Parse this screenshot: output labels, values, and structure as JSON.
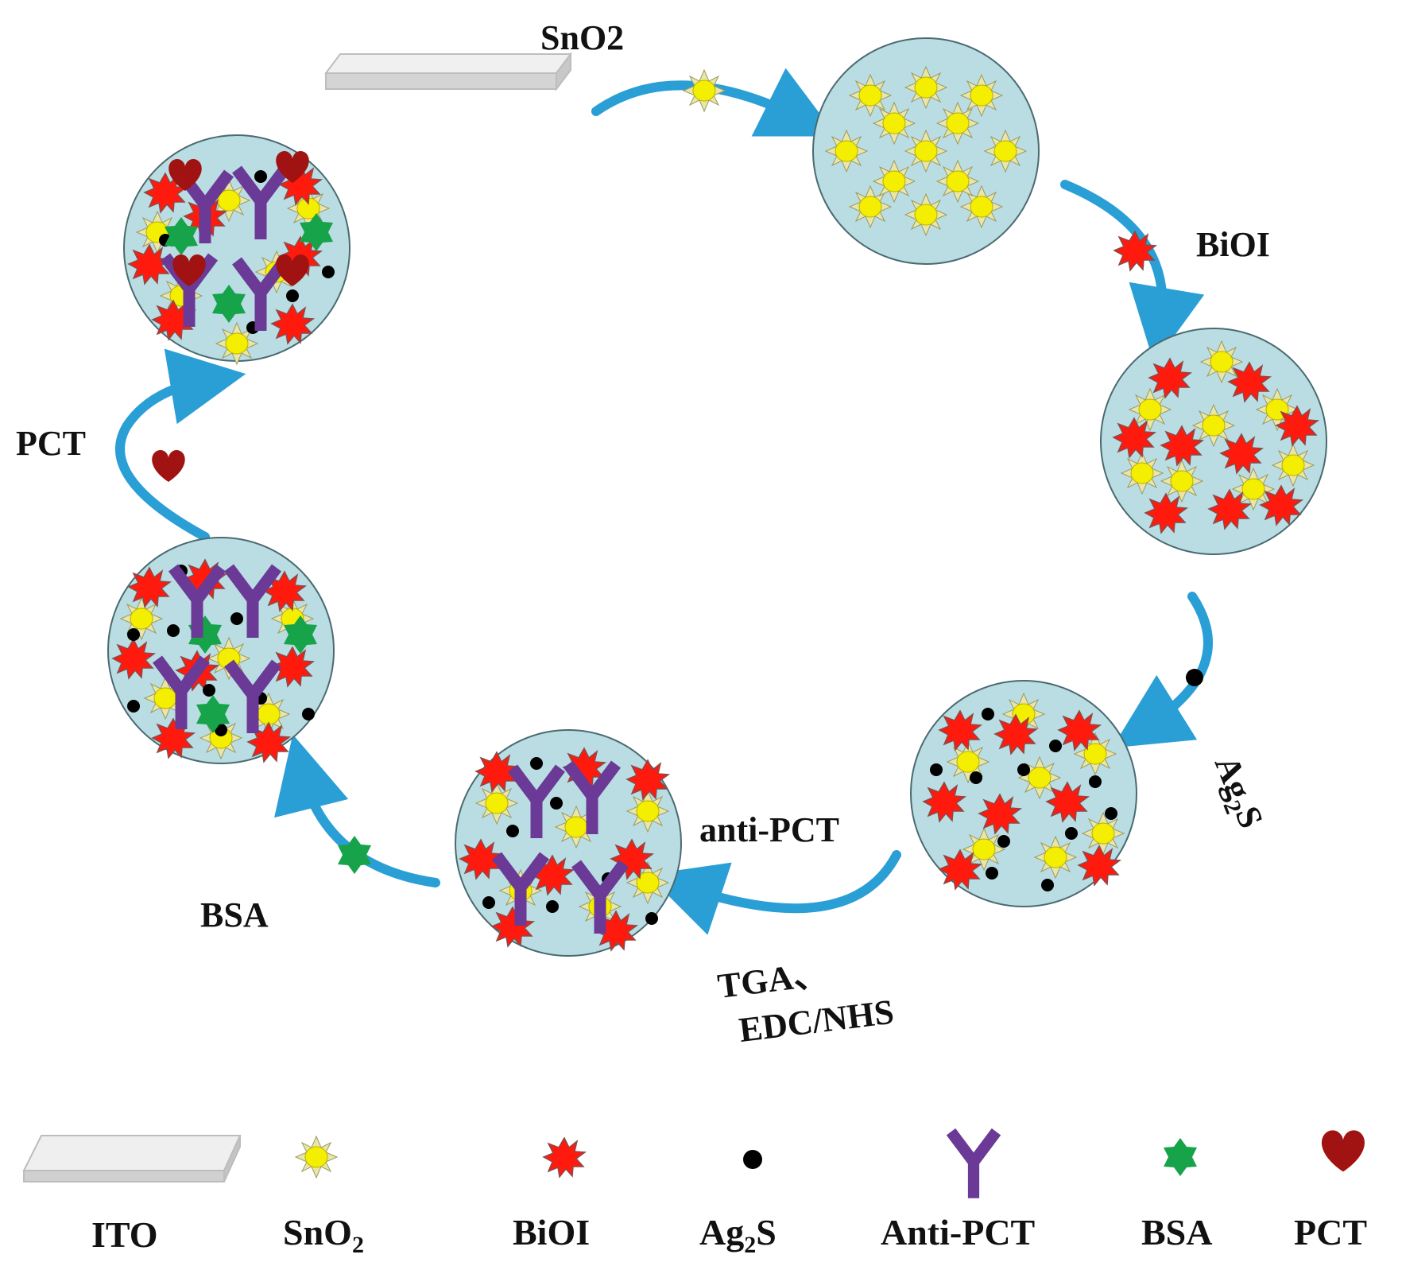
{
  "steps": {
    "sno2": "SnO2",
    "bioi": "BiOI",
    "ag2s": {
      "main": "Ag",
      "sub": "2",
      "tail": "S"
    },
    "anti_pct": "anti-PCT",
    "tga": "TGA、",
    "edc_nhs": "EDC/NHS",
    "bsa": "BSA",
    "pct": "PCT"
  },
  "legend": {
    "ito": "ITO",
    "sno2": {
      "main": "SnO",
      "sub": "2"
    },
    "bioi": "BiOI",
    "ag2s": {
      "main": "Ag",
      "sub": "2",
      "tail": "S"
    },
    "anti_pct": "Anti-PCT",
    "bsa": "BSA",
    "pct": "PCT"
  },
  "colors": {
    "disk": "#b9dde3",
    "sno2_body": "#f4ee00",
    "sno2_rays": "#e8e3a0",
    "bioi": "#ff1a0d",
    "ag2s": "#000000",
    "antibody": "#6a3a96",
    "bsa": "#16a34a",
    "pct": "#a11212",
    "arrow": "#2a9fd6",
    "ito": "#d8d8d8"
  }
}
